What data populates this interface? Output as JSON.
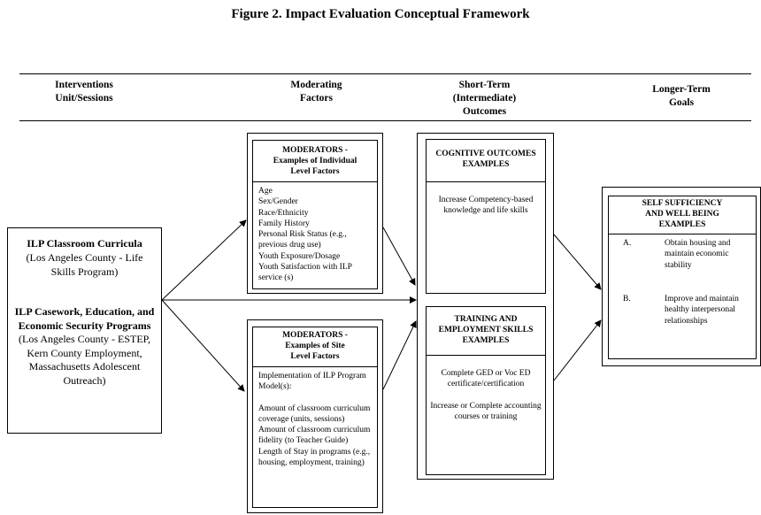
{
  "title": "Figure 2. Impact Evaluation Conceptual Framework",
  "columns": {
    "interventions": "Interventions\nUnit/Sessions",
    "moderating": "Moderating\nFactors",
    "short_term": "Short-Term\n(Intermediate)\nOutcomes",
    "longer_term": "Longer-Term\nGoals"
  },
  "interventions_box": {
    "item1_title": "ILP Classroom Curricula",
    "item1_detail": "(Los Angeles County - Life Skills Program)",
    "item2_title": "ILP Casework, Education, and Economic Security Programs",
    "item2_detail": " (Los Angeles County - ESTEP, Kern County Employment, Massachusetts Adolescent Outreach)"
  },
  "moderators_individual": {
    "header": "MODERATORS -\nExamples of Individual\nLevel Factors",
    "items": [
      "Age",
      "Sex/Gender",
      "Race/Ethnicity",
      "Family History",
      "Personal Risk Status (e.g., previous drug use)",
      "Youth Exposure/Dosage",
      "Youth Satisfaction with ILP service (s)"
    ]
  },
  "moderators_site": {
    "header": "MODERATORS -\nExamples of Site\nLevel Factors",
    "items": [
      "Implementation of ILP Program Model(s):",
      "",
      "Amount of classroom curriculum coverage (units, sessions)",
      "Amount of classroom curriculum fidelity (to Teacher Guide)",
      "Length of Stay in programs (e.g., housing, employment, training)"
    ]
  },
  "cognitive": {
    "header": "COGNITIVE OUTCOMES\nEXAMPLES",
    "text": "Increase Competency-based knowledge and life skills"
  },
  "training": {
    "header": "TRAINING AND\nEMPLOYMENT SKILLS\nEXAMPLES",
    "text1": "Complete GED or Voc ED certificate/certification",
    "text2": "Increase or Complete accounting courses or training"
  },
  "goals": {
    "header": "SELF SUFFICIENCY\nAND WELL BEING\nEXAMPLES",
    "a_label": "A.",
    "a_text": "Obtain housing and maintain economic stability",
    "b_label": "B.",
    "b_text": "Improve and maintain healthy interpersonal relationships"
  }
}
